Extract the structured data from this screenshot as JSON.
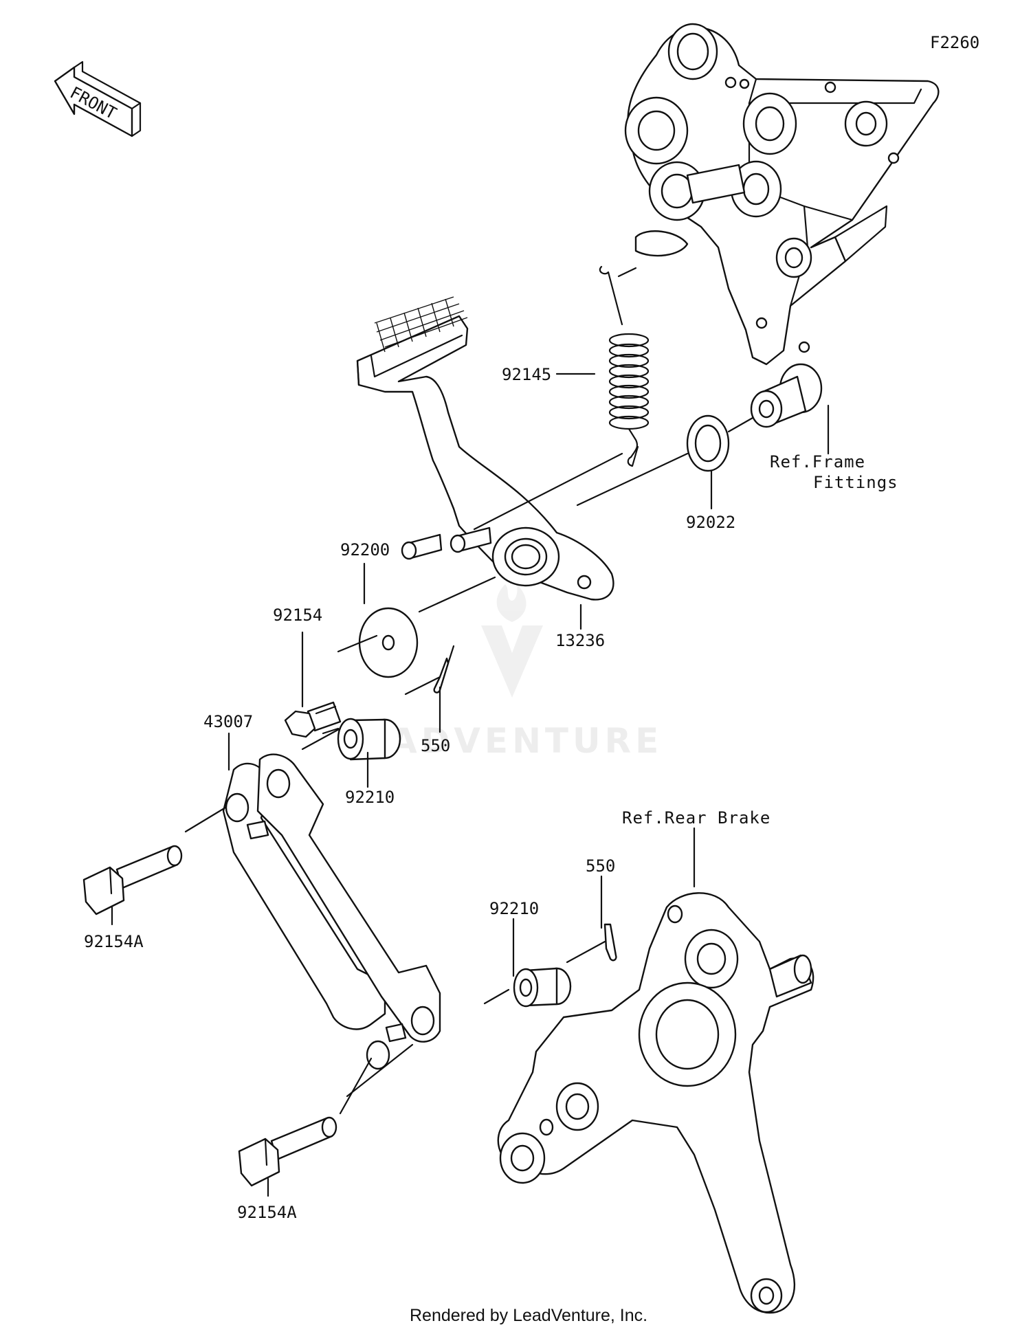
{
  "diagram_code": "F2260",
  "front_arrow_text": "FRONT",
  "parts": {
    "p92145": "92145",
    "p92022": "92022",
    "p92200": "92200",
    "p92154": "92154",
    "p13236": "13236",
    "p550_a": "550",
    "p92210_a": "92210",
    "p43007": "43007",
    "p92154A_a": "92154A",
    "p550_b": "550",
    "p92210_b": "92210",
    "p92154A_b": "92154A"
  },
  "refs": {
    "frame_line1": "Ref.Frame",
    "frame_line2": "Fittings",
    "rear_brake": "Ref.Rear Brake"
  },
  "watermark": "LEADVENTURE",
  "footer": "Rendered by LeadVenture, Inc."
}
